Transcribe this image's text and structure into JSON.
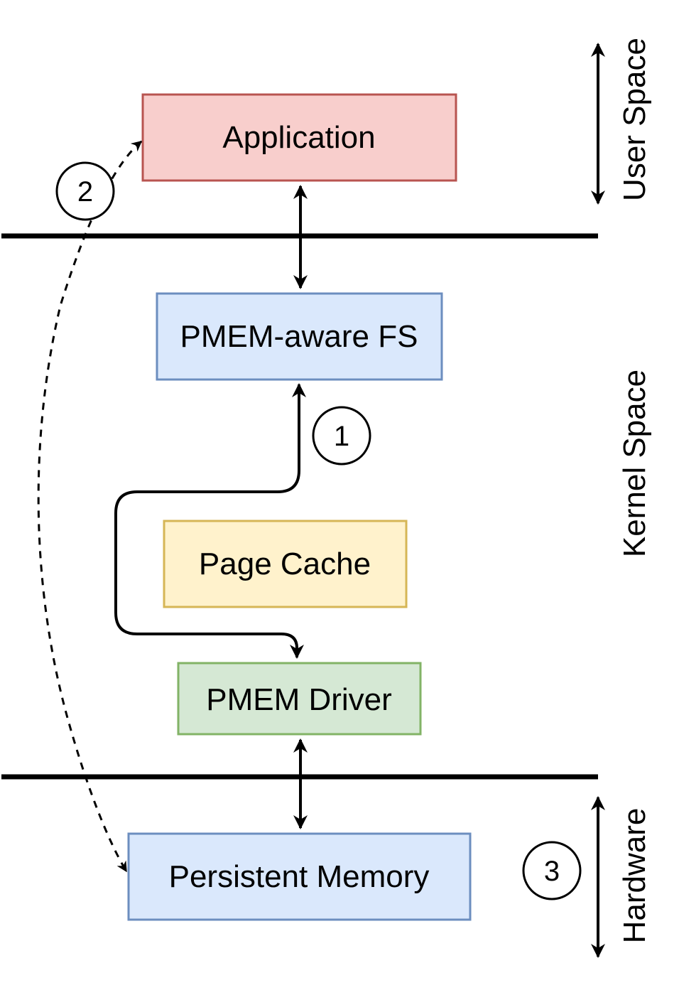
{
  "diagram": {
    "boxes": {
      "application": {
        "label": "Application",
        "fill": "#f8cecc",
        "stroke": "#b85450"
      },
      "pmem_fs": {
        "label": "PMEM-aware FS",
        "fill": "#dae8fc",
        "stroke": "#6c8ebf"
      },
      "page_cache": {
        "label": "Page Cache",
        "fill": "#fff2cc",
        "stroke": "#d6b656"
      },
      "pmem_driver": {
        "label": "PMEM Driver",
        "fill": "#d5e8d4",
        "stroke": "#82b366"
      },
      "persistent_memory": {
        "label": "Persistent Memory",
        "fill": "#dae8fc",
        "stroke": "#6c8ebf"
      }
    },
    "regions": {
      "user_space": "User Space",
      "kernel_space": "Kernel Space",
      "hardware": "Hardware"
    },
    "markers": {
      "one": "1",
      "two": "2",
      "three": "3"
    }
  }
}
